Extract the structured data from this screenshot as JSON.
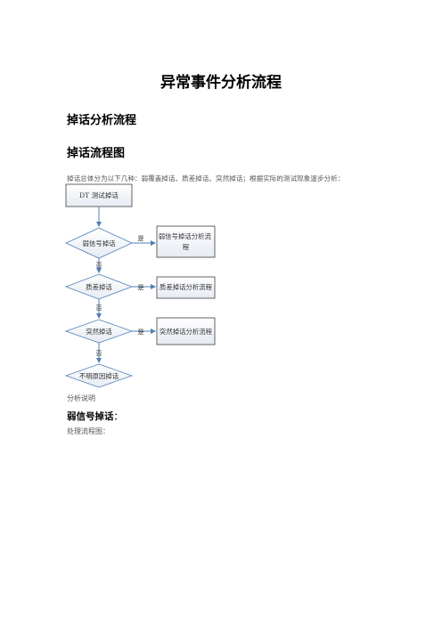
{
  "title": "异常事件分析流程",
  "section_heading": "掉话分析流程",
  "subsection_heading": "掉话流程图",
  "intro_text": "掉话总体分为以下几种：弱覆盖掉话、质差掉话、突然掉话；根据实际的测试现象逐步分析：",
  "flowchart": {
    "start": "DT 测试掉话",
    "decisions": [
      "弱信号掉话",
      "质差掉话",
      "突然掉话"
    ],
    "outcomes": [
      "弱信号掉话分析流程",
      "质差掉话分析流程",
      "突然掉话分析流程"
    ],
    "yes_label": "是",
    "no_label": "否",
    "end": "不明原因掉话"
  },
  "analysis_label": "分析说明",
  "weak_signal_heading": "弱信号掉话",
  "weak_signal_colon": "：",
  "process_label": "处理流程图："
}
